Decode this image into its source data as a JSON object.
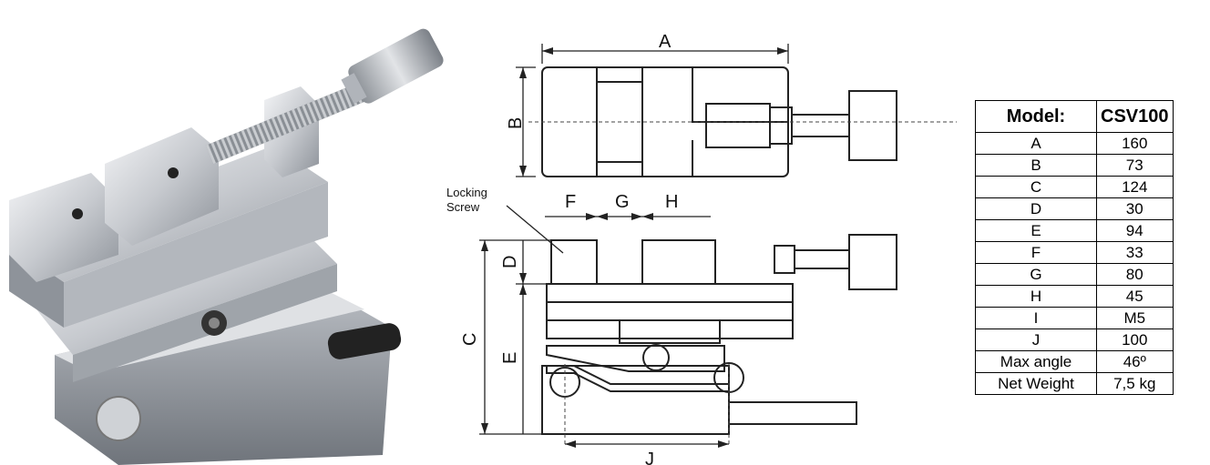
{
  "drawing": {
    "dims": {
      "A": "A",
      "B": "B",
      "C": "C",
      "D": "D",
      "E": "E",
      "F": "F",
      "G": "G",
      "H": "H",
      "J": "J"
    },
    "locking_line1": "Locking",
    "locking_line2": "Screw"
  },
  "table": {
    "header": {
      "label": "Model:",
      "value": "CSV100"
    },
    "rows": [
      {
        "label": "A",
        "value": "160"
      },
      {
        "label": "B",
        "value": "73"
      },
      {
        "label": "C",
        "value": "124"
      },
      {
        "label": "D",
        "value": "30"
      },
      {
        "label": "E",
        "value": "94"
      },
      {
        "label": "F",
        "value": "33"
      },
      {
        "label": "G",
        "value": "80"
      },
      {
        "label": "H",
        "value": "45"
      },
      {
        "label": "I",
        "value": "M5"
      },
      {
        "label": "J",
        "value": "100"
      },
      {
        "label": "Max angle",
        "value": "46º"
      },
      {
        "label": "Net Weight",
        "value": "7,5 kg"
      }
    ]
  }
}
